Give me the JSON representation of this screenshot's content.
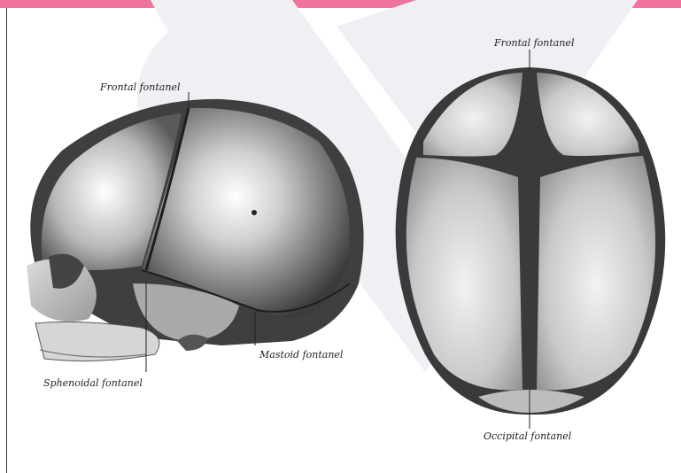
{
  "colors": {
    "top_bar": "#f0739e",
    "watermark": "#eef0f4",
    "bone_dark": "#3a3a3a",
    "bone_light": "#e8e8e8"
  },
  "figures": {
    "lateral_view": {
      "labels": {
        "frontal": "Frontal fontanel",
        "mastoid": "Mastoid fontanel",
        "sphenoidal": "Sphenoidal fontanel"
      }
    },
    "superior_view": {
      "labels": {
        "frontal": "Frontal fontanel",
        "occipital": "Occipital fontanel"
      }
    }
  }
}
